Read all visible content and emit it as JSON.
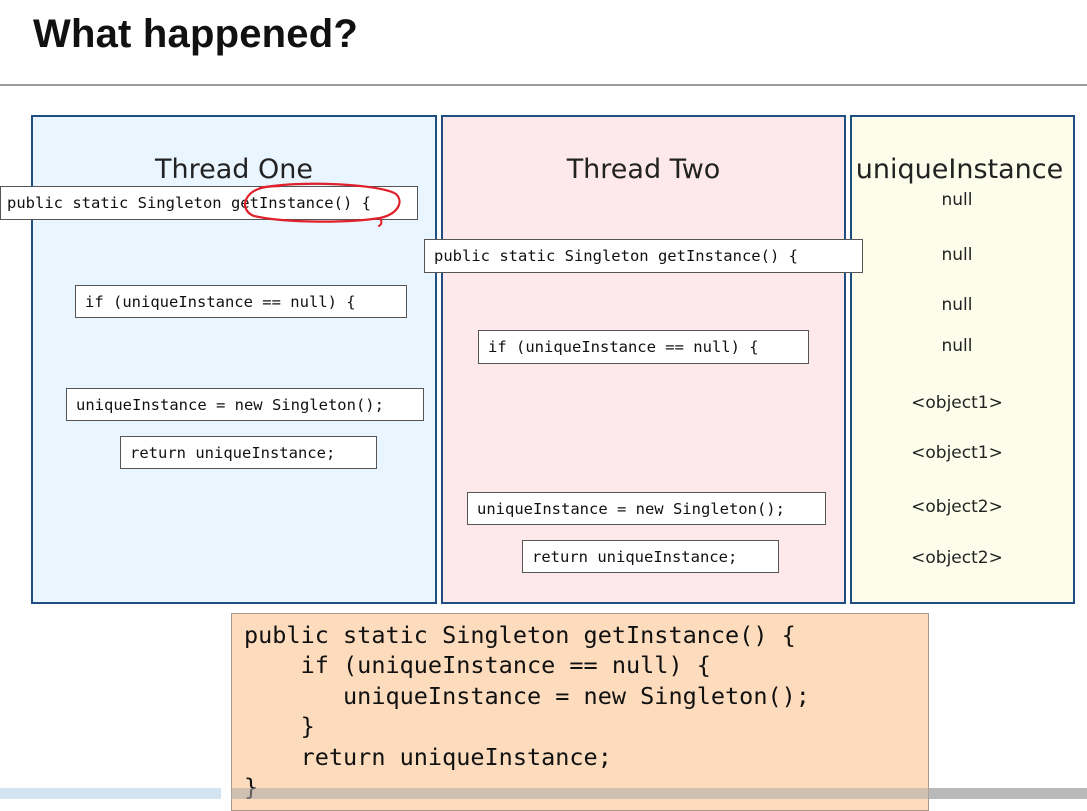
{
  "title": "What happened?",
  "columns": {
    "thread_one": "Thread One",
    "thread_two": "Thread Two",
    "unique_instance": "uniqueInstance"
  },
  "thread_one_steps": {
    "signature": "public static Singleton getInstance() {",
    "check": "if (uniqueInstance == null) {",
    "assign": "uniqueInstance = new Singleton();",
    "return": "return uniqueInstance;"
  },
  "thread_two_steps": {
    "signature": "public static Singleton getInstance() {",
    "check": "if (uniqueInstance == null) {",
    "assign": "uniqueInstance = new Singleton();",
    "return": "return uniqueInstance;"
  },
  "instance_values": [
    "null",
    "null",
    "null",
    "null",
    "<object1>",
    "<object1>",
    "<object2>",
    "<object2>"
  ],
  "code_listing": [
    "public static Singleton getInstance() {",
    "    if (uniqueInstance == null) {",
    "       uniqueInstance = new Singleton();",
    "    }",
    "    return uniqueInstance;",
    "}"
  ],
  "colors": {
    "thread_one_bg": "#e9f5ff",
    "thread_two_bg": "#fde9ec",
    "instance_bg": "#fdfdec",
    "panel_border": "#1f4f82",
    "code_listing_bg": "#fddcbd",
    "annotation": "#e0202a"
  }
}
